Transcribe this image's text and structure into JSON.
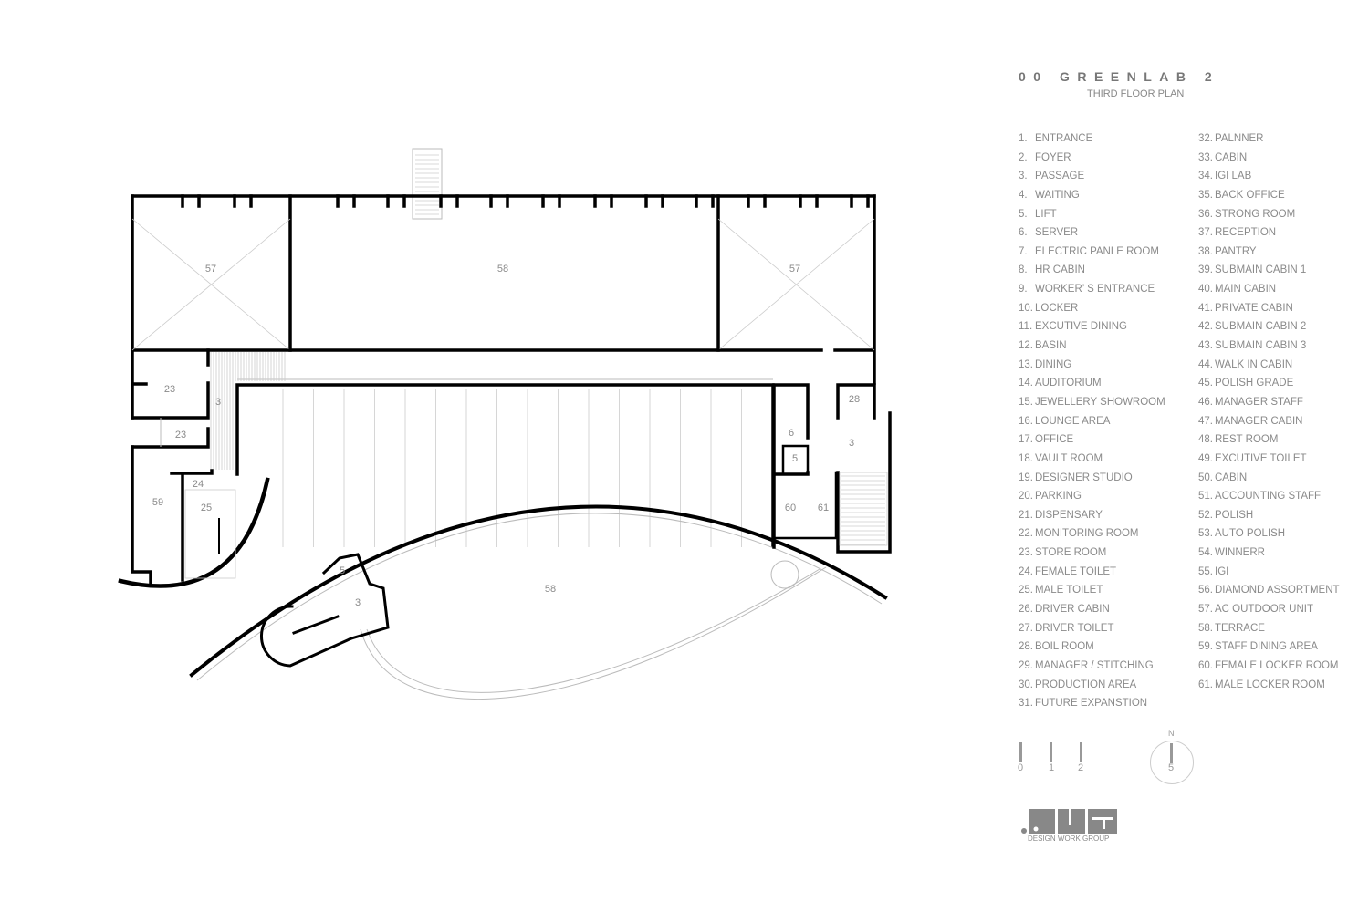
{
  "header": {
    "title": "00 GREENLAB 2",
    "subtitle": "THIRD FLOOR PLAN"
  },
  "legend": {
    "col1": [
      {
        "n": "1.",
        "label": "ENTRANCE"
      },
      {
        "n": "2.",
        "label": "FOYER"
      },
      {
        "n": "3.",
        "label": "PASSAGE"
      },
      {
        "n": "4.",
        "label": "WAITING"
      },
      {
        "n": "5.",
        "label": "LIFT"
      },
      {
        "n": "6.",
        "label": "SERVER"
      },
      {
        "n": "7.",
        "label": "ELECTRIC PANLE ROOM"
      },
      {
        "n": "8.",
        "label": "HR CABIN"
      },
      {
        "n": "9.",
        "label": "WORKER’ S ENTRANCE"
      },
      {
        "n": "10.",
        "label": "LOCKER"
      },
      {
        "n": "11.",
        "label": "EXCUTIVE DINING"
      },
      {
        "n": "12.",
        "label": "BASIN"
      },
      {
        "n": "13.",
        "label": "DINING"
      },
      {
        "n": "14.",
        "label": "AUDITORIUM"
      },
      {
        "n": "15.",
        "label": "JEWELLERY SHOWROOM"
      },
      {
        "n": "16.",
        "label": "LOUNGE AREA"
      },
      {
        "n": "17.",
        "label": "OFFICE"
      },
      {
        "n": "18.",
        "label": "VAULT ROOM"
      },
      {
        "n": "19.",
        "label": "DESIGNER STUDIO"
      },
      {
        "n": "20.",
        "label": "PARKING"
      },
      {
        "n": "21.",
        "label": "DISPENSARY"
      },
      {
        "n": "22.",
        "label": "MONITORING ROOM"
      },
      {
        "n": "23.",
        "label": "STORE ROOM"
      },
      {
        "n": "24.",
        "label": "FEMALE TOILET"
      },
      {
        "n": "25.",
        "label": "MALE TOILET"
      },
      {
        "n": "26.",
        "label": "DRIVER CABIN"
      },
      {
        "n": "27.",
        "label": "DRIVER TOILET"
      },
      {
        "n": "28.",
        "label": "BOIL ROOM"
      },
      {
        "n": "29.",
        "label": "MANAGER / STITCHING"
      },
      {
        "n": "30.",
        "label": "PRODUCTION AREA"
      },
      {
        "n": "31.",
        "label": "FUTURE EXPANSTION"
      }
    ],
    "col2": [
      {
        "n": "32.",
        "label": "PALNNER"
      },
      {
        "n": "33.",
        "label": "CABIN"
      },
      {
        "n": "34.",
        "label": "IGI LAB"
      },
      {
        "n": "35.",
        "label": "BACK OFFICE"
      },
      {
        "n": "36.",
        "label": "STRONG ROOM"
      },
      {
        "n": "37.",
        "label": "RECEPTION"
      },
      {
        "n": "38.",
        "label": "PANTRY"
      },
      {
        "n": "39.",
        "label": "SUBMAIN CABIN 1"
      },
      {
        "n": "40.",
        "label": "MAIN CABIN"
      },
      {
        "n": "41.",
        "label": "PRIVATE CABIN"
      },
      {
        "n": "42.",
        "label": "SUBMAIN CABIN 2"
      },
      {
        "n": "43.",
        "label": "SUBMAIN CABIN 3"
      },
      {
        "n": "44.",
        "label": "WALK IN CABIN"
      },
      {
        "n": "45.",
        "label": "POLISH GRADE"
      },
      {
        "n": "46.",
        "label": "MANAGER STAFF"
      },
      {
        "n": "47.",
        "label": "MANAGER CABIN"
      },
      {
        "n": "48.",
        "label": "REST ROOM"
      },
      {
        "n": "49.",
        "label": "EXCUTIVE TOILET"
      },
      {
        "n": "50.",
        "label": "CABIN"
      },
      {
        "n": "51.",
        "label": "ACCOUNTING STAFF"
      },
      {
        "n": "52.",
        "label": "POLISH"
      },
      {
        "n": "53.",
        "label": "AUTO POLISH"
      },
      {
        "n": "54.",
        "label": "WINNERR"
      },
      {
        "n": "55.",
        "label": "IGI"
      },
      {
        "n": "56.",
        "label": "DIAMOND ASSORTMENT"
      },
      {
        "n": "57.",
        "label": "AC OUTDOOR UNIT"
      },
      {
        "n": "58.",
        "label": "TERRACE"
      },
      {
        "n": "59.",
        "label": "STAFF DINING AREA"
      },
      {
        "n": "60.",
        "label": "FEMALE LOCKER ROOM"
      },
      {
        "n": "61.",
        "label": "MALE LOCKER ROOM"
      }
    ]
  },
  "plan": {
    "room_labels": [
      "57",
      "58",
      "57",
      "23",
      "3",
      "23",
      "59",
      "24",
      "25",
      "58",
      "5",
      "3",
      "6",
      "5",
      "28",
      "3",
      "60",
      "61"
    ]
  },
  "scale_bar": {
    "ticks": [
      "0",
      "1",
      "2"
    ]
  },
  "north_arrow": {
    "letter": "N",
    "value": "5"
  },
  "logo": {
    "mark": ".DWG",
    "text": "DESIGN WORK GROUP"
  }
}
